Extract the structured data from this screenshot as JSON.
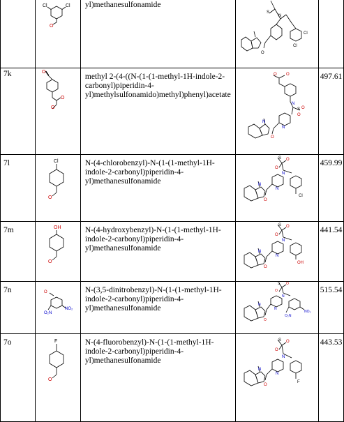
{
  "rows": [
    {
      "id": "",
      "name": "yl)methanesulfonamide",
      "mw": "",
      "aldehyde_labels": [
        "Cl",
        "Cl"
      ],
      "structure_labels": [
        "Cl",
        "Cl"
      ]
    },
    {
      "id": "7k",
      "name": "methyl 2-(4-((N-(1-(1-methyl-1H-indole-2-carbonyl)piperidin-4-yl)methylsulfonamido)methyl)phenyl)acetate",
      "mw": "497.61",
      "aldehyde_labels": [
        "O",
        "O",
        "O"
      ],
      "structure_labels": [
        "O",
        "O",
        "N",
        "S",
        "O",
        "O",
        "N",
        "N",
        "O"
      ]
    },
    {
      "id": "7l",
      "name": "N-(4-chlorobenzyl)-N-(1-(1-methyl-1H-indole-2-carbonyl)piperidin-4-yl)methanesulfonamide",
      "mw": "459.99",
      "aldehyde_labels": [
        "Cl",
        "O"
      ],
      "structure_labels": [
        "S",
        "O",
        "O",
        "N",
        "N",
        "N",
        "O",
        "Cl"
      ]
    },
    {
      "id": "7m",
      "name": "N-(4-hydroxybenzyl)-N-(1-(1-methyl-1H-indole-2-carbonyl)piperidin-4-yl)methanesulfonamide",
      "mw": "441.54",
      "aldehyde_labels": [
        "OH",
        "O"
      ],
      "structure_labels": [
        "S",
        "O",
        "O",
        "N",
        "N",
        "N",
        "O",
        "OH"
      ]
    },
    {
      "id": "7n",
      "name": "N-(3,5-dinitrobenzyl)-N-(1-(1-methyl-1H-indole-2-carbonyl)piperidin-4-yl)methanesulfonamide",
      "mw": "515.54",
      "aldehyde_labels": [
        "O",
        "NO₂",
        "O₂N"
      ],
      "structure_labels": [
        "S",
        "O",
        "O",
        "N",
        "N",
        "N",
        "O",
        "NO₂",
        "O₂N"
      ]
    },
    {
      "id": "7o",
      "name": "N-(4-fluorobenzyl)-N-(1-(1-methyl-1H-indole-2-carbonyl)piperidin-4-yl)methanesulfonamide",
      "mw": "443.53",
      "aldehyde_labels": [
        "F",
        "O"
      ],
      "structure_labels": [
        "S",
        "O",
        "O",
        "N",
        "N",
        "N",
        "O",
        "F"
      ]
    }
  ]
}
